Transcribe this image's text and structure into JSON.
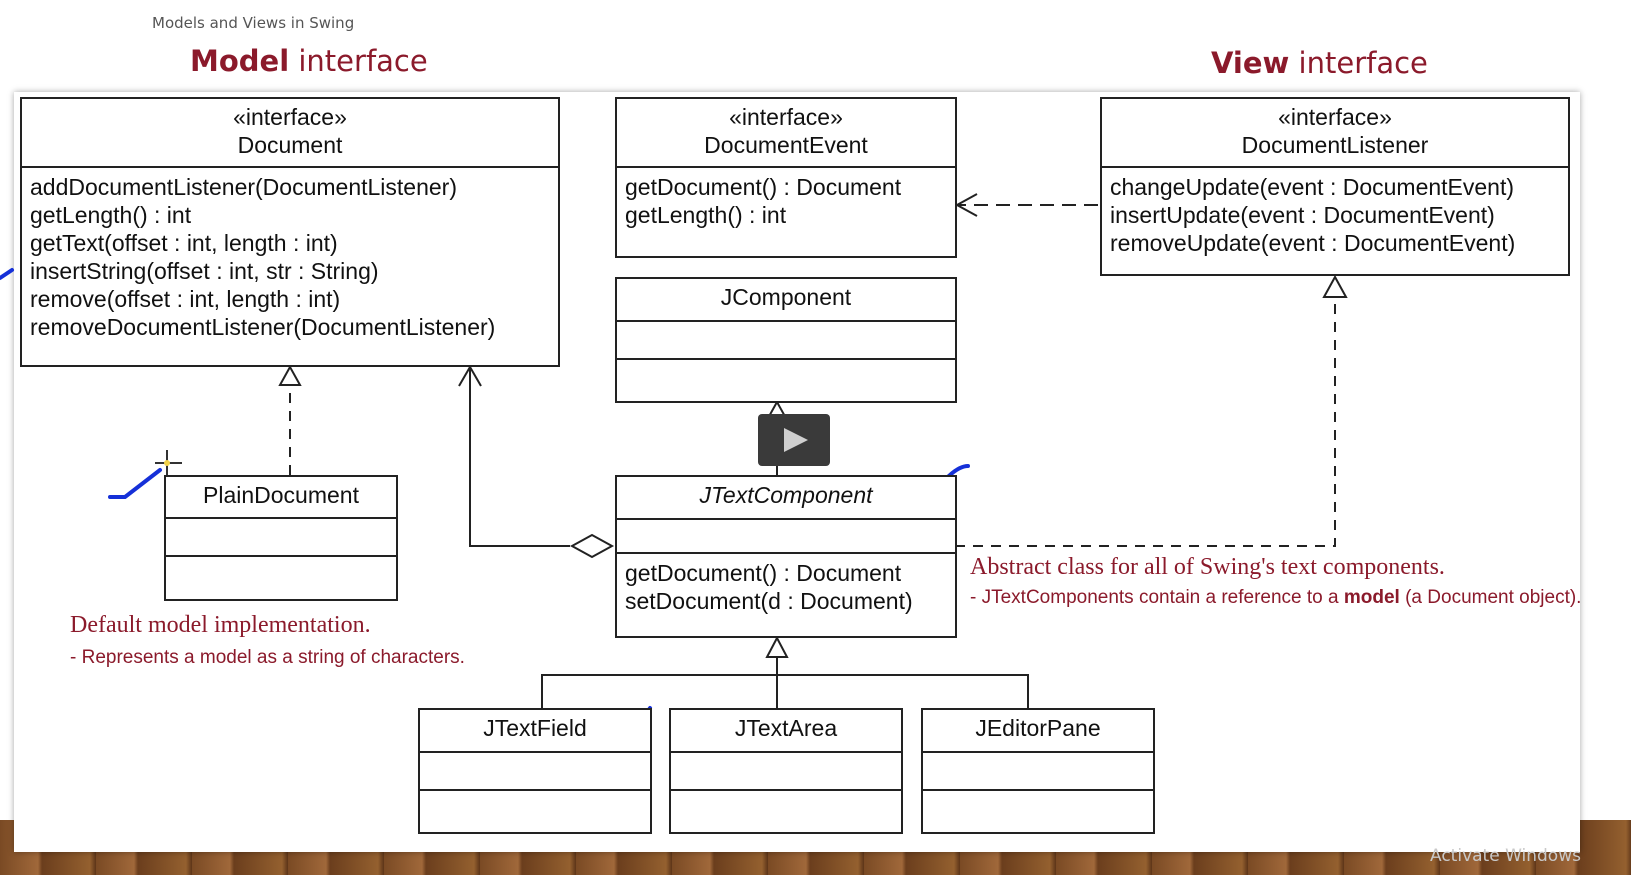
{
  "slide_header": "Models and Views in Swing",
  "model_heading": {
    "bold": "Model",
    "rest": " interface"
  },
  "view_heading": {
    "bold": "View",
    "rest": " interface"
  },
  "classes": {
    "document": {
      "stereotype": "«interface»",
      "name": "Document",
      "methods": [
        "addDocumentListener(DocumentListener)",
        "getLength() : int",
        "getText(offset : int, length : int)",
        "insertString(offset : int, str : String)",
        "remove(offset : int, length : int)",
        "removeDocumentListener(DocumentListener)"
      ]
    },
    "document_event": {
      "stereotype": "«interface»",
      "name": "DocumentEvent",
      "methods": [
        "getDocument() : Document",
        "getLength() : int"
      ]
    },
    "document_listener": {
      "stereotype": "«interface»",
      "name": "DocumentListener",
      "methods": [
        "changeUpdate(event : DocumentEvent)",
        "insertUpdate(event : DocumentEvent)",
        "removeUpdate(event : DocumentEvent)"
      ]
    },
    "jcomponent": {
      "name": "JComponent"
    },
    "plain_document": {
      "name": "PlainDocument"
    },
    "jtext_component": {
      "name": "JTextComponent",
      "methods": [
        "getDocument() : Document",
        "setDocument(d : Document)"
      ]
    },
    "jtext_field": {
      "name": "JTextField"
    },
    "jtext_area": {
      "name": "JTextArea"
    },
    "jeditor_pane": {
      "name": "JEditorPane"
    }
  },
  "notes": {
    "default_model": {
      "title": "Default model implementation.",
      "sub": "- Represents a model as a string of characters."
    },
    "abstract_class": {
      "title": "Abstract class for all of Swing's text components.",
      "sub_prefix": "- JTextComponents contain a reference to a ",
      "sub_bold": "model",
      "sub_suffix": " (a Document object)."
    }
  },
  "watermark": "Activate Windows",
  "colors": {
    "accent": "#8b1a2b",
    "annotation_ink": "#1530d8"
  }
}
